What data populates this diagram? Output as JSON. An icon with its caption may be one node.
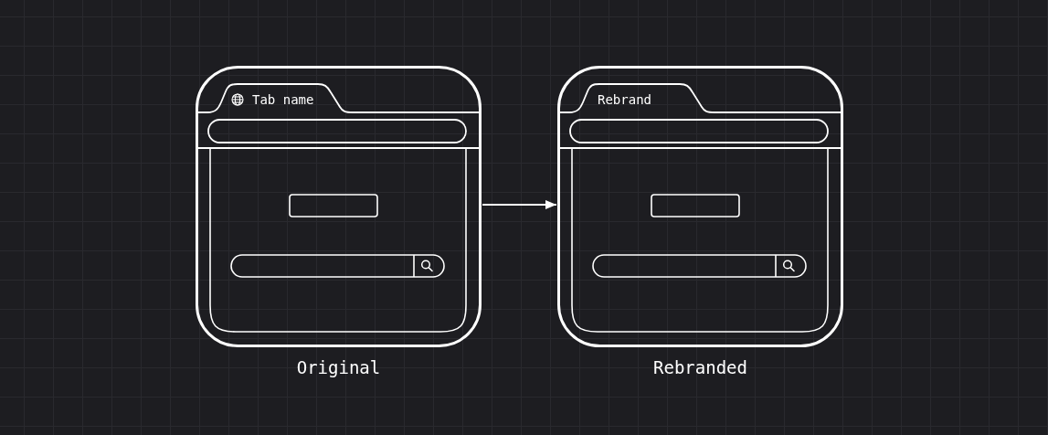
{
  "diagram": {
    "nodes": [
      {
        "text": [
          "Tab name"
        ],
        "beside": [
          "Original"
        ]
      },
      {
        "text": [
          "Rebrand"
        ],
        "beside": [
          "Rebranded"
        ]
      }
    ],
    "edges": [
      {
        "from": 0,
        "to": 1,
        "arrow": "to"
      }
    ]
  }
}
